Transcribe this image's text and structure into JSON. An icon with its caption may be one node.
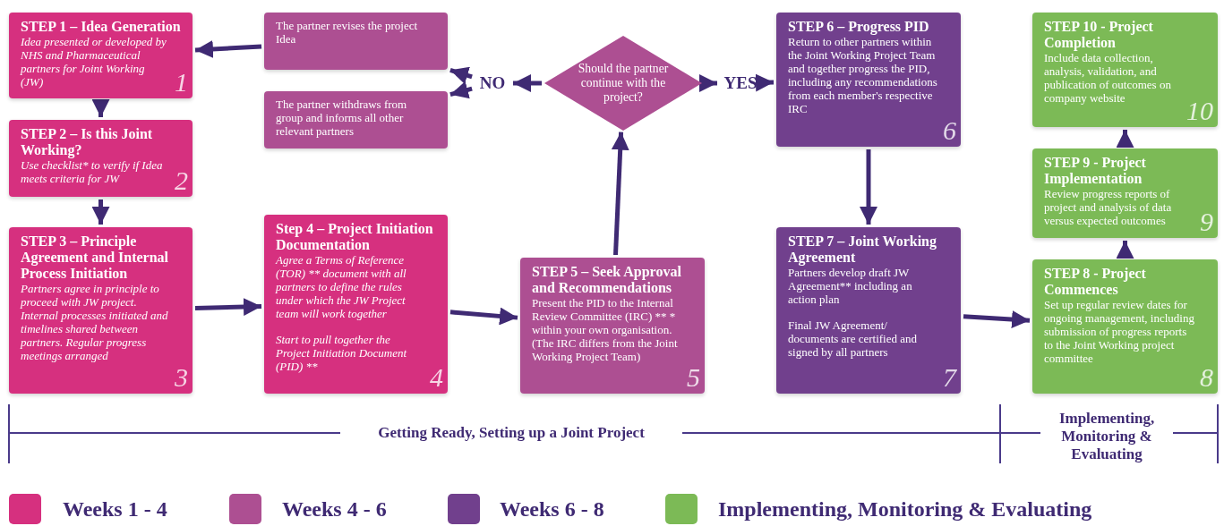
{
  "diagram": {
    "nodes": [
      {
        "text": [
          "STEP 1 – Idea Generation",
          "Idea presented or developed by NHS and Pharmaceutical partners for Joint Working (JW)",
          "1"
        ]
      },
      {
        "text": [
          "STEP 2 – Is this Joint Working?",
          "Use checklist* to verify if Idea meets criteria for JW",
          "2"
        ]
      },
      {
        "text": [
          "STEP 3 – Principle Agreement and Internal Process Initiation",
          "Partners agree in principle to proceed with JW project. Internal processes initiated and timelines shared between partners. Regular progress meetings arranged",
          "3"
        ]
      },
      {
        "text": [
          "Step 4 – Project Initiation Documentation",
          "Agree a Terms of Reference (TOR) ** document with all partners to define the rules under which the JW Project team will work together",
          "Start to pull together the Project Initiation Document (PID) **",
          "4"
        ]
      },
      {
        "text": [
          "STEP 5 – Seek Approval and Recommendations",
          "Present the PID to the Internal Review Committee (IRC) ** * within your own organisation. (The IRC differs from the Joint Working Project Team)",
          "5"
        ]
      },
      {
        "text": [
          "Should the partner continue with the project?"
        ]
      },
      {
        "text": [
          "NO"
        ]
      },
      {
        "text": [
          "The partner revises the project Idea"
        ]
      },
      {
        "text": [
          "The partner withdraws from group and informs all other relevant partners"
        ]
      },
      {
        "text": [
          "YES"
        ]
      },
      {
        "text": [
          "STEP 6 – Progress PID",
          "Return to other partners within the Joint Working Project Team and together progress the PID, including any recommendations from each member's respective IRC",
          "6"
        ]
      },
      {
        "text": [
          "STEP 7 – Joint Working Agreement",
          "Partners develop draft JW Agreement** including an action plan",
          "Final JW Agreement/ documents are certified and signed by all partners",
          "7"
        ]
      },
      {
        "text": [
          "STEP 8 - Project Commences",
          "Set up regular review dates for ongoing management, including submission of progress reports to the Joint Working project committee",
          "8"
        ]
      },
      {
        "text": [
          "STEP 9 - Project Implementation",
          "Review progress reports of project and analysis of data versus expected outcomes",
          "9"
        ]
      },
      {
        "text": [
          "STEP 10 - Project Completion",
          "Include data collection, analysis, validation, and publication of outcomes on company website",
          "10"
        ]
      }
    ],
    "edges": [
      {
        "from": 0,
        "to": 1,
        "arrow": "to"
      },
      {
        "from": 1,
        "to": 2,
        "arrow": "to"
      },
      {
        "from": 2,
        "to": 3,
        "arrow": "to"
      },
      {
        "from": 3,
        "to": 4,
        "arrow": "to"
      },
      {
        "from": 4,
        "to": 5,
        "arrow": "to"
      },
      {
        "from": 5,
        "to": 6,
        "arrow": "to"
      },
      {
        "from": 6,
        "to": 7,
        "arrow": "to"
      },
      {
        "from": 6,
        "to": 8,
        "arrow": "to"
      },
      {
        "from": 7,
        "to": 0,
        "arrow": "to"
      },
      {
        "from": 5,
        "to": 9,
        "arrow": "to"
      },
      {
        "from": 9,
        "to": 10,
        "arrow": "to"
      },
      {
        "from": 10,
        "to": 11,
        "arrow": "to"
      },
      {
        "from": 11,
        "to": 12,
        "arrow": "to"
      },
      {
        "from": 12,
        "to": 13,
        "arrow": "to"
      },
      {
        "from": 13,
        "to": 14,
        "arrow": "to"
      }
    ],
    "labels": [
      "Getting Ready, Setting up a Joint Project",
      "Implementing, Monitoring & Evaluating"
    ],
    "legend": [
      {
        "text": "Weeks 1 - 4",
        "color": "#d6307f"
      },
      {
        "text": "Weeks 4 - 6",
        "color": "#ad4f92"
      },
      {
        "text": "Weeks 6 - 8",
        "color": "#71408d"
      },
      {
        "text": "Implementing, Monitoring & Evaluating",
        "color": "#7cba56"
      }
    ]
  }
}
